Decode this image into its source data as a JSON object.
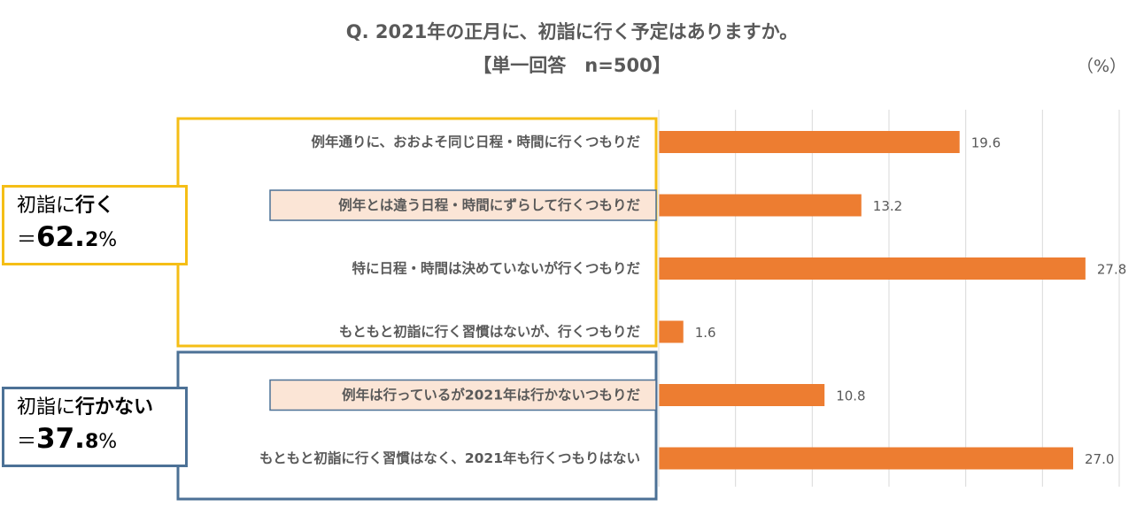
{
  "chart_data": {
    "type": "bar",
    "orientation": "horizontal",
    "title": "Q. 2021年の正月に、初詣に行く予定はありますか。",
    "subtitle": "【単一回答　n=500】",
    "unit_label": "（%）",
    "categories": [
      "例年通りに、おおよそ同じ日程・時間に行くつもりだ",
      "例年とは違う日程・時間にずらして行くつもりだ",
      "特に日程・時間は決めていないが行くつもりだ",
      "もともと初詣に行く習慣はないが、行くつもりだ",
      "例年は行っているが2021年は行かないつもりだ",
      "もともと初詣に行く習慣はなく、2021年も行くつもりはない"
    ],
    "values": [
      19.6,
      13.2,
      27.8,
      1.6,
      10.8,
      27.0
    ],
    "value_labels": [
      "19.6",
      "13.2",
      "27.8",
      "1.6",
      "10.8",
      "27.0"
    ],
    "highlighted_categories": [
      1,
      4
    ],
    "xlim": [
      0,
      30
    ],
    "grid": true,
    "colors": {
      "bar": "#ED7D31",
      "highlight_fill": "#FBE5D6",
      "highlight_border": "#4C7196",
      "go_group": "#F5BE16",
      "nogo_group": "#4C7196",
      "grid": "#D9D9D9"
    }
  },
  "groups": {
    "go": {
      "line1_a": "初詣に",
      "line1_b": "行く",
      "line2_eq": "＝",
      "line2_int": "62.",
      "line2_dec": "2",
      "line2_pct": "%"
    },
    "nogo": {
      "line1_a": "初詣に",
      "line1_b": "行かない",
      "line2_eq": "＝",
      "line2_int": "37.",
      "line2_dec": "8",
      "line2_pct": "%"
    }
  }
}
